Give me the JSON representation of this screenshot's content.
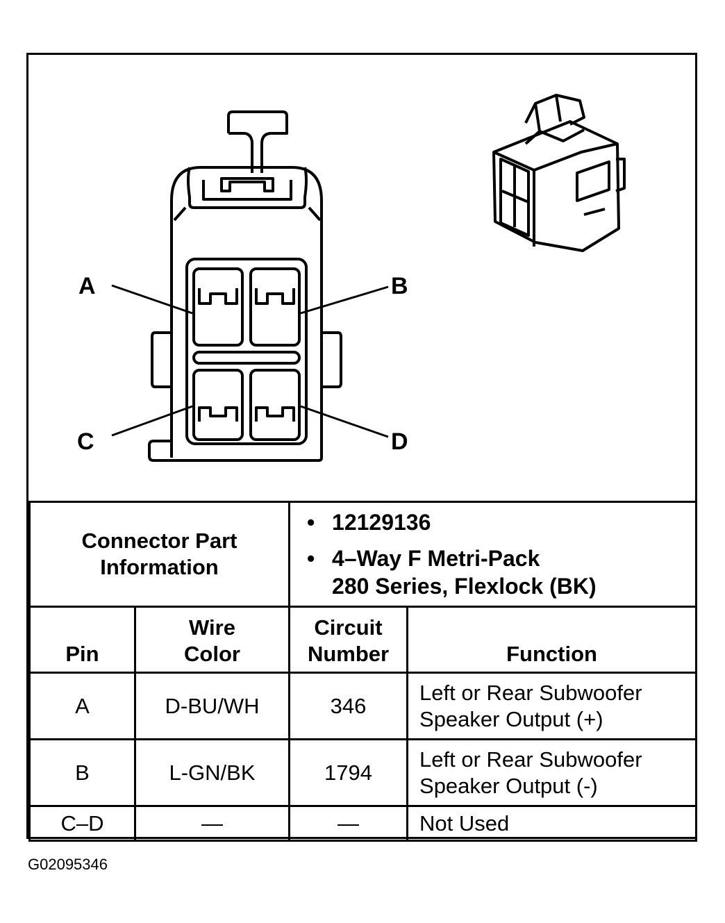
{
  "pins_diagram": {
    "labels": [
      "A",
      "B",
      "C",
      "D"
    ]
  },
  "connector_info": {
    "heading_line1": "Connector Part",
    "heading_line2": "Information",
    "bullet_symbol": "•",
    "items": [
      {
        "line1": "12129136",
        "line2": ""
      },
      {
        "line1": "4–Way F Metri-Pack",
        "line2": "280 Series, Flexlock (BK)"
      }
    ]
  },
  "table": {
    "headers": {
      "pin": "Pin",
      "wire_color_line1": "Wire",
      "wire_color_line2": "Color",
      "circuit_line1": "Circuit",
      "circuit_line2": "Number",
      "function": "Function"
    },
    "rows": [
      {
        "pin": "A",
        "wire_color": "D-BU/WH",
        "circuit": "346",
        "function_line1": "Left or Rear Subwoofer",
        "function_line2": "Speaker Output (+)"
      },
      {
        "pin": "B",
        "wire_color": "L-GN/BK",
        "circuit": "1794",
        "function_line1": "Left or Rear Subwoofer",
        "function_line2": "Speaker Output (-)"
      },
      {
        "pin": "C–D",
        "wire_color": "—",
        "circuit": "—",
        "function_line1": "Not Used",
        "function_line2": ""
      }
    ]
  },
  "figure_id": "G02095346"
}
